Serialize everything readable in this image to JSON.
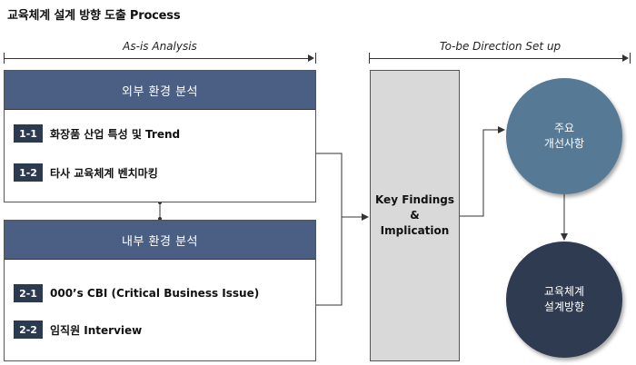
{
  "title": "교육체계 설계 방향 도출 Process",
  "phases": {
    "as_is": "As-is Analysis",
    "to_be": "To-be Direction Set up"
  },
  "external": {
    "header": "외부 환경 분석",
    "items": [
      {
        "num": "1-1",
        "label": "화장품 산업 특성 및 Trend"
      },
      {
        "num": "1-2",
        "label": "타사 교육체계 벤치마킹"
      }
    ]
  },
  "internal": {
    "header": "내부 환경 분석",
    "items": [
      {
        "num": "2-1",
        "label": "000’s CBI (Critical Business Issue)"
      },
      {
        "num": "2-2",
        "label": "임직원 Interview"
      }
    ]
  },
  "findings": {
    "line1": "Key Findings &",
    "line2": "Implication"
  },
  "outcome1": {
    "line1": "주요",
    "line2": "개선사항"
  },
  "outcome2": {
    "line1": "교육체계",
    "line2": "설계방향"
  },
  "colors": {
    "panel_header": "#4b5e84",
    "badge": "#2b3a4e",
    "findings_box": "#d9d9d9",
    "circle_light": "#567a96",
    "circle_dark": "#2f3b50"
  }
}
